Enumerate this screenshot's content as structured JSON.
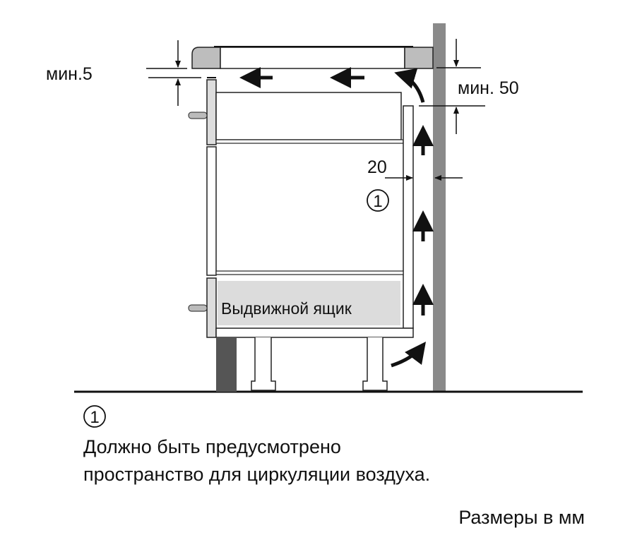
{
  "labels": {
    "min_gap_top": "мин.5",
    "min_gap_wall": "мин. 50",
    "gap_back": "20",
    "marker": "1",
    "drawer": "Выдвижной ящик"
  },
  "legend": {
    "marker": "1",
    "line1": "Должно быть предусмотрено",
    "line2": "пространство для циркуляции воздуха."
  },
  "units_note": "Размеры в мм",
  "colors": {
    "wall": "#8a8a8a",
    "plinth": "#555555",
    "hob_edge": "#bdbdbd",
    "drawer": "#dcdcdc"
  }
}
